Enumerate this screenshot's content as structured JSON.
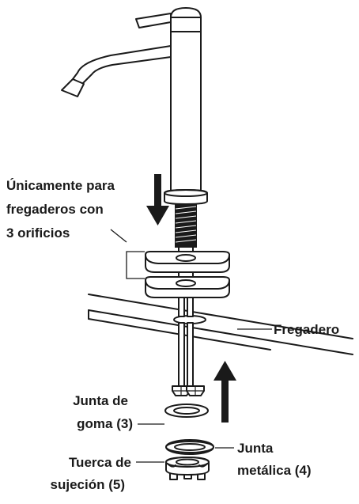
{
  "labels": {
    "three_hole_only": [
      "Únicamente para",
      "fregaderos con",
      "3 orificios"
    ],
    "sink": "Fregadero",
    "rubber_gasket": [
      "Junta de",
      "goma (3)"
    ],
    "metal_gasket": [
      "Junta",
      "metálica (4)"
    ],
    "nut": [
      "Tuerca de",
      "sujeción (5)"
    ]
  },
  "colors": {
    "line": "#1a1a1a",
    "background": "#ffffff",
    "thread_fill": "#1a1a1a"
  },
  "icons": {
    "down_arrow": "arrow-down-icon",
    "up_arrow": "arrow-up-icon"
  }
}
